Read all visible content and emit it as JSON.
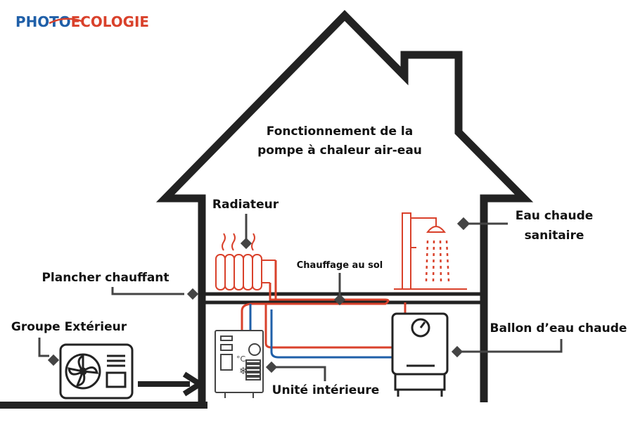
{
  "logo": {
    "part1": "PHOTO",
    "part2": "ECOLOGIE",
    "color1": "#1f5fa8",
    "color2": "#d9412b"
  },
  "title": {
    "line1": "Fonctionnement de la",
    "line2": "pompe à chaleur air-eau"
  },
  "labels": {
    "radiateur": "Radiateur",
    "eau_chaude_line1": "Eau chaude",
    "eau_chaude_line2": "sanitaire",
    "chauffage_sol": "Chauffage au sol",
    "plancher": "Plancher chauffant",
    "groupe": "Groupe Extérieur",
    "ballon": "Ballon d’eau chaude",
    "unite": "Unité intérieure"
  },
  "thermostat_unit": "°C",
  "colors": {
    "outline": "#222222",
    "hot": "#d9412b",
    "cold": "#1f5fa8",
    "leader": "#444444"
  }
}
